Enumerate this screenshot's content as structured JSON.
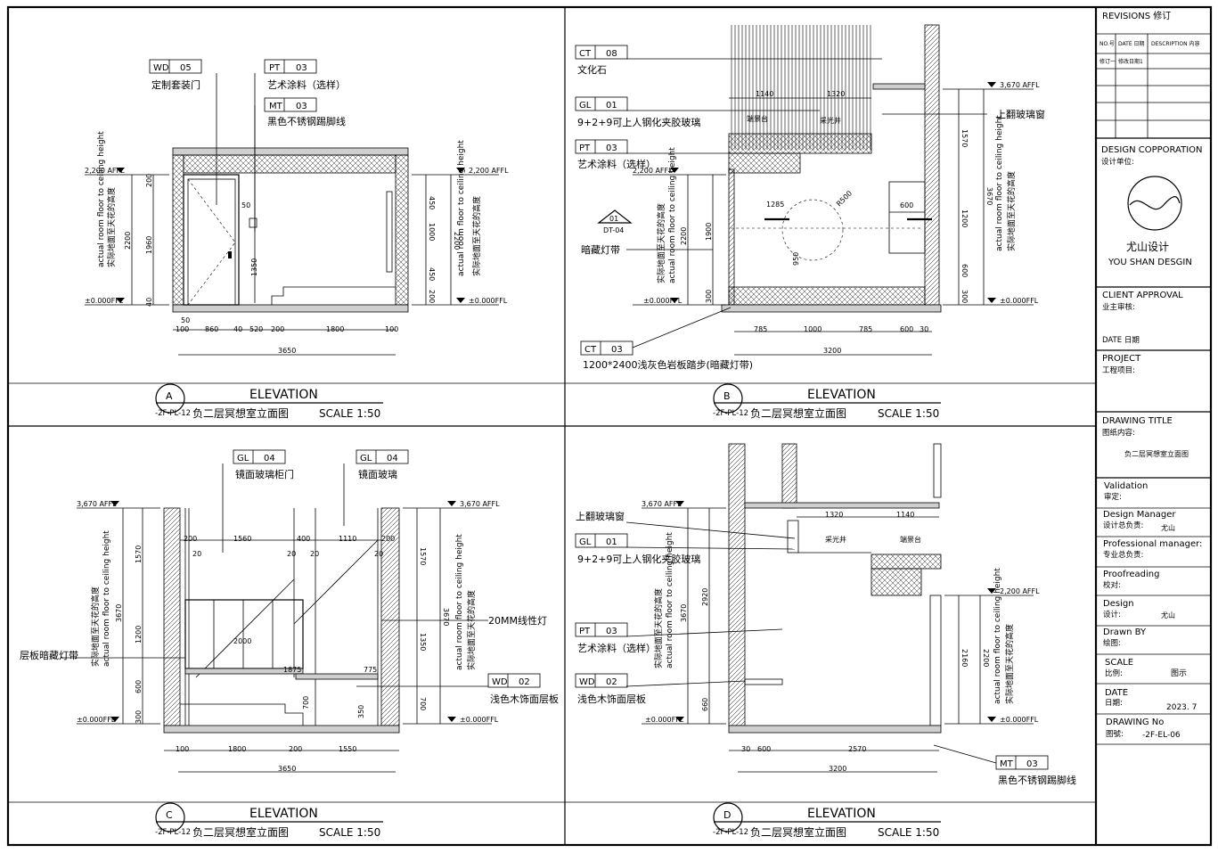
{
  "panels": {
    "A": {
      "letter": "A",
      "ref": "-2F-PL-12",
      "heading": "ELEVATION",
      "title": "负二层冥想室立面图",
      "scale": "SCALE 1:50",
      "tags": [
        {
          "code": "WD",
          "num": "05",
          "note": "定制套装门"
        },
        {
          "code": "PT",
          "num": "03",
          "note": "艺术涂料（选样）"
        },
        {
          "code": "MT",
          "num": "03",
          "note": "黑色不锈钢踢脚线"
        }
      ],
      "levels": {
        "top": "2,200 AFFL",
        "bottom": "±0.000FFL",
        "top_r": "2,200 AFFL",
        "bottom_r": "±0.000FFL"
      },
      "vnote": "实际地面至天花的高度",
      "vnote_en": "actual room floor to ceiling height",
      "dims_left": [
        "200",
        "1960",
        "40",
        "2200"
      ],
      "dims_right": [
        "450",
        "1000",
        "450",
        "200",
        "2200"
      ],
      "dims_inner": [
        "50",
        "1350"
      ],
      "dims_bottom": [
        "50",
        "100",
        "860",
        "40",
        "520",
        "200",
        "1800",
        "100"
      ],
      "dims_total": "3650"
    },
    "B": {
      "letter": "B",
      "ref": "-2F-PL-12",
      "heading": "ELEVATION",
      "title": "负二层冥想室立面图",
      "scale": "SCALE 1:50",
      "tags": [
        {
          "code": "CT",
          "num": "08",
          "note": "文化石"
        },
        {
          "code": "GL",
          "num": "01",
          "note": "9+2+9可上人钢化夹胶玻璃"
        },
        {
          "code": "PT",
          "num": "03",
          "note": "艺术涂料（选样）"
        },
        {
          "code": "CT",
          "num": "03",
          "note": "1200*2400浅灰色岩板踏步(暗藏灯带)"
        }
      ],
      "callouts": [
        "上翻玻璃窗",
        "暗藏灯带"
      ],
      "section": {
        "num": "01",
        "ref": "DT-04"
      },
      "labels": [
        "端景台",
        "采光井"
      ],
      "levels": {
        "top": "2,200 AFFL",
        "bottom": "±0.000FFL",
        "top_r": "3,670 AFFL",
        "bottom_r": "±0.000FFL"
      },
      "vnote": "实际地面至天花的高度",
      "vnote_en": "actual room floor to ceiling height",
      "dims_top": [
        "1140",
        "1320"
      ],
      "dims_left": [
        "1900",
        "300",
        "2200"
      ],
      "dims_right": [
        "1570",
        "1200",
        "600",
        "300",
        "3670"
      ],
      "dims_inner": [
        "1285",
        "R500",
        "950",
        "600"
      ],
      "dims_bottom": [
        "785",
        "1000",
        "785",
        "600",
        "30"
      ],
      "dims_total": "3200"
    },
    "C": {
      "letter": "C",
      "ref": "-2F-PL-12",
      "heading": "ELEVATION",
      "title": "负二层冥想室立面图",
      "scale": "SCALE 1:50",
      "tags": [
        {
          "code": "GL",
          "num": "04",
          "note": "镜面玻璃柜门"
        },
        {
          "code": "GL",
          "num": "04",
          "note": "镜面玻璃"
        },
        {
          "code": "WD",
          "num": "02",
          "note": "浅色木饰面层板"
        }
      ],
      "callouts": [
        "层板暗藏灯带",
        "20MM线性灯"
      ],
      "levels": {
        "top": "3,670 AFFL",
        "bottom": "±0.000FFL",
        "top_r": "3,670 AFFL",
        "bottom_r": "±0.000FFL"
      },
      "vnote": "实际地面至天花的高度",
      "vnote_en": "actual room floor to ceiling height",
      "dims_top": [
        "200",
        "1560",
        "400",
        "1110",
        "200"
      ],
      "dims_small": [
        "20",
        "20",
        "20",
        "20"
      ],
      "dims_left": [
        "1570",
        "1200",
        "600",
        "300",
        "3670"
      ],
      "dims_right": [
        "1570",
        "1350",
        "700",
        "3670"
      ],
      "dims_inner": [
        "2000",
        "1875",
        "775",
        "700",
        "350"
      ],
      "dims_bottom": [
        "100",
        "1800",
        "200",
        "1550"
      ],
      "dims_total": "3650"
    },
    "D": {
      "letter": "D",
      "ref": "-2F-PL-12",
      "heading": "ELEVATION",
      "title": "负二层冥想室立面图",
      "scale": "SCALE 1:50",
      "tags": [
        {
          "code": "GL",
          "num": "01",
          "note": "9+2+9可上人钢化夹胶玻璃"
        },
        {
          "code": "PT",
          "num": "03",
          "note": "艺术涂料（选样）"
        },
        {
          "code": "WD",
          "num": "02",
          "note": "浅色木饰面层板"
        },
        {
          "code": "MT",
          "num": "03",
          "note": "黑色不锈钢踢脚线"
        }
      ],
      "callouts": [
        "上翻玻璃窗"
      ],
      "labels": [
        "采光井",
        "端景台"
      ],
      "levels": {
        "top": "3,670 AFFL",
        "bottom": "±0.000FFL",
        "top_r": "2,200 AFFL",
        "bottom_r": "±0.000FFL"
      },
      "vnote": "实际地面至天花的高度",
      "vnote_en": "actual room floor to ceiling height",
      "dims_top": [
        "1320",
        "1140"
      ],
      "dims_left": [
        "2920",
        "660",
        "3670"
      ],
      "dims_right": [
        "2160",
        "2200"
      ],
      "dims_bottom": [
        "30",
        "600",
        "2570"
      ],
      "dims_total": "3200"
    }
  },
  "title_block": {
    "revisions": "REVISIONS 修订",
    "rev_cols": [
      "NO.号",
      "DATE 日期",
      "DESCRIPTION 内容"
    ],
    "rev_row": [
      "修订一",
      "修改日期1"
    ],
    "design_corp": "DESIGN COPPORATION",
    "design_corp_cn": "设计单位:",
    "logo_cn": "尤山设计",
    "logo_en": "YOU SHAN DESGIN",
    "client": "CLIENT APPROVAL",
    "client_cn": "业主审核:",
    "date_label": "DATE  日期",
    "project": "PROJECT",
    "project_cn": "工程项目:",
    "drawing_title": "DRAWING TITLE",
    "drawing_title_cn": "图纸内容:",
    "drawing_title_val": "负二层冥想室立面图",
    "validation": "Validation",
    "validation_cn": "审定:",
    "dm": "Design Manager",
    "dm_cn": "设计总负责:",
    "dm_val": "尤山",
    "pm": "Professional manager:",
    "pm_cn": "专业总负责:",
    "proof": "Proofreading",
    "proof_cn": "校对:",
    "design": "Design",
    "design_cn": "设计:",
    "design_val": "尤山",
    "drawn": "Drawn BY",
    "drawn_cn": "绘图:",
    "scale": "SCALE",
    "scale_cn": "比例:",
    "scale_val": "图示",
    "date": "DATE",
    "date_cn": "日期:",
    "date_val": "2023. 7",
    "dwg_no": "DRAWING No",
    "dwg_no_cn": "图號:",
    "dwg_no_val": "-2F-EL-06"
  },
  "colors": {
    "line": "#000000",
    "fill": "#cfcfcf",
    "paper": "#ffffff"
  }
}
